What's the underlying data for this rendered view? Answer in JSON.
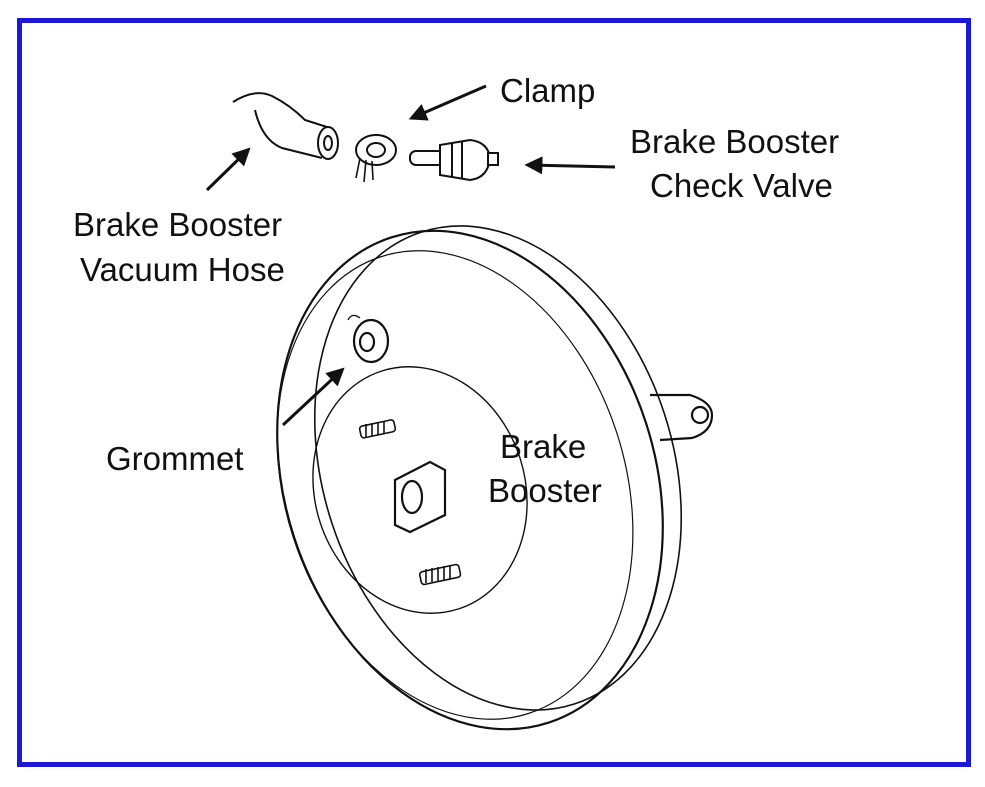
{
  "diagram": {
    "frame_color": "#1a1ad6",
    "ink_color": "#111111",
    "labels": {
      "clamp": "Clamp",
      "check_valve_line1": "Brake Booster",
      "check_valve_line2": "Check Valve",
      "vacuum_hose_line1": "Brake Booster",
      "vacuum_hose_line2": "Vacuum Hose",
      "grommet": "Grommet",
      "booster_line1": "Brake",
      "booster_line2": "Booster"
    }
  }
}
